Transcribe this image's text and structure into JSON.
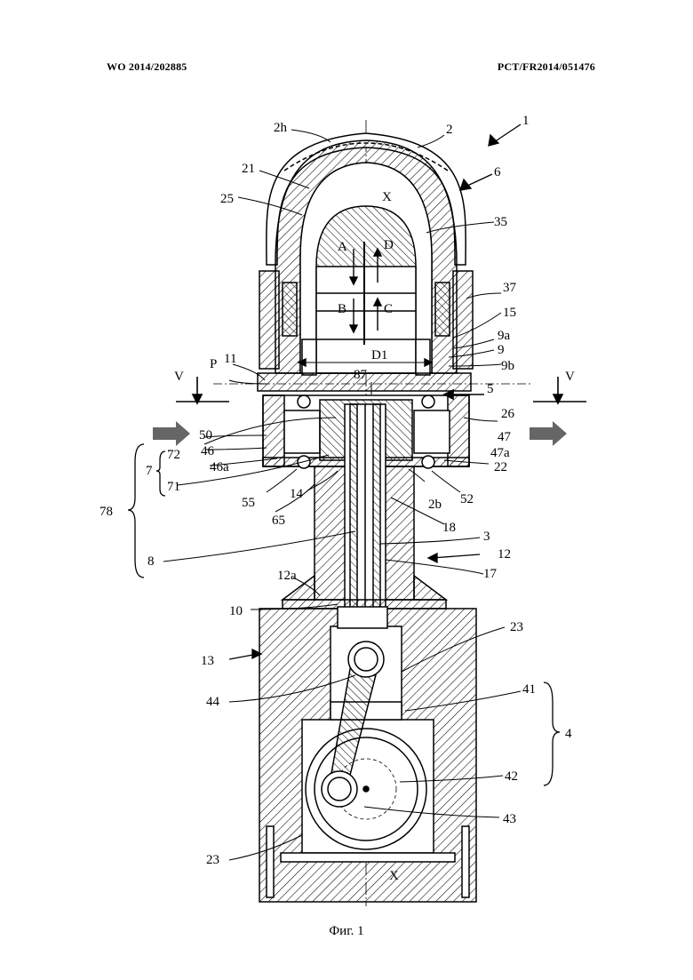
{
  "header": {
    "publication_number": "WO 2014/202885",
    "application_number": "PCT/FR2014/051476"
  },
  "figure": {
    "caption": "Фиг. 1",
    "labels": {
      "l1": "1",
      "l2": "2",
      "l2h": "2h",
      "l21": "21",
      "lX": "X",
      "l6": "6",
      "l25": "25",
      "l35": "35",
      "lA": "A",
      "lD": "D",
      "l37": "37",
      "lB": "B",
      "lC": "C",
      "l15": "15",
      "l9a": "9a",
      "l11": "11",
      "l9": "9",
      "lP": "P",
      "lD1": "D1",
      "l9b": "9b",
      "lV1": "V",
      "l87": "87",
      "l5": "5",
      "lV2": "V",
      "l26": "26",
      "l50": "50",
      "l47": "47",
      "l72": "72",
      "l46": "46",
      "l47a": "47a",
      "l7": "7",
      "l46a": "46a",
      "l22": "22",
      "l71": "71",
      "l55": "55",
      "l14": "14",
      "l2b": "2b",
      "l52": "52",
      "l78": "78",
      "l65": "65",
      "l18": "18",
      "l3": "3",
      "l8": "8",
      "l12": "12",
      "l12a": "12a",
      "l17": "17",
      "l10": "10",
      "l23a": "23",
      "l13": "13",
      "l44": "44",
      "l41": "41",
      "l4": "4",
      "l42": "42",
      "l43": "43",
      "l23b": "23",
      "lX2": "X"
    }
  }
}
